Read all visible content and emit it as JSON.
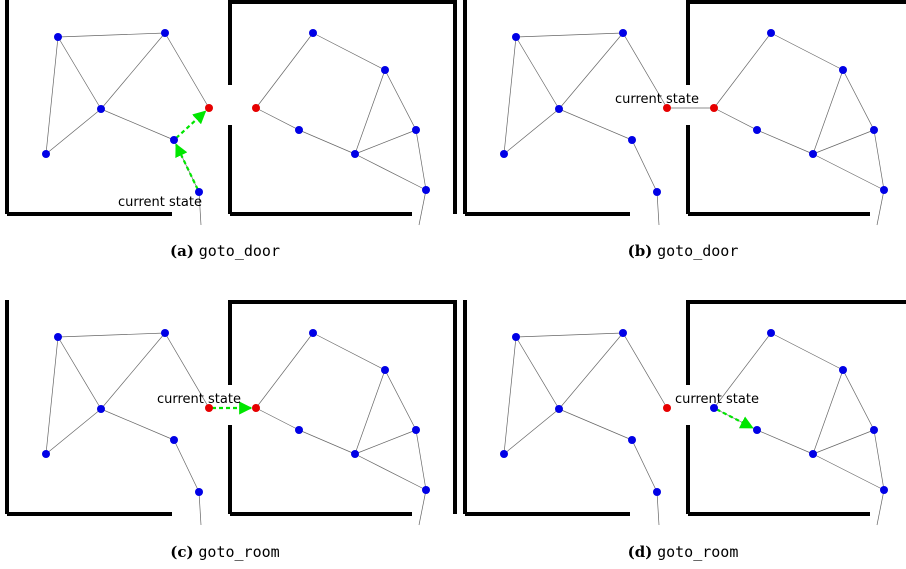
{
  "colors": {
    "node": "#0000e6",
    "highlight_node": "#e60000",
    "wall": "#000000",
    "edge": "#666666",
    "arrow": "#00e600"
  },
  "panels": [
    {
      "tag": "(a)",
      "action": "goto_door",
      "state_label": "current state",
      "current_node": "r4",
      "red_nodes": [
        "d1",
        "d2"
      ],
      "extra_edges": [],
      "arrows": [
        [
          "r5",
          "r4"
        ],
        [
          "r4",
          "d1"
        ]
      ]
    },
    {
      "tag": "(b)",
      "action": "goto_door",
      "state_label": "current state",
      "current_node": "d1",
      "red_nodes": [
        "d1",
        "d2"
      ],
      "extra_edges": [
        [
          "d1",
          "d2"
        ]
      ],
      "arrows": []
    },
    {
      "tag": "(c)",
      "action": "goto_room",
      "state_label": "current state",
      "current_node": "d1",
      "red_nodes": [
        "d1",
        "d2"
      ],
      "extra_edges": [],
      "arrows": [
        [
          "d1",
          "d2"
        ]
      ]
    },
    {
      "tag": "(d)",
      "action": "goto_room",
      "state_label": "current state",
      "current_node": "d2",
      "red_nodes": [
        "d1"
      ],
      "extra_edges": [],
      "arrows": [
        [
          "d2",
          "s1"
        ]
      ]
    }
  ]
}
